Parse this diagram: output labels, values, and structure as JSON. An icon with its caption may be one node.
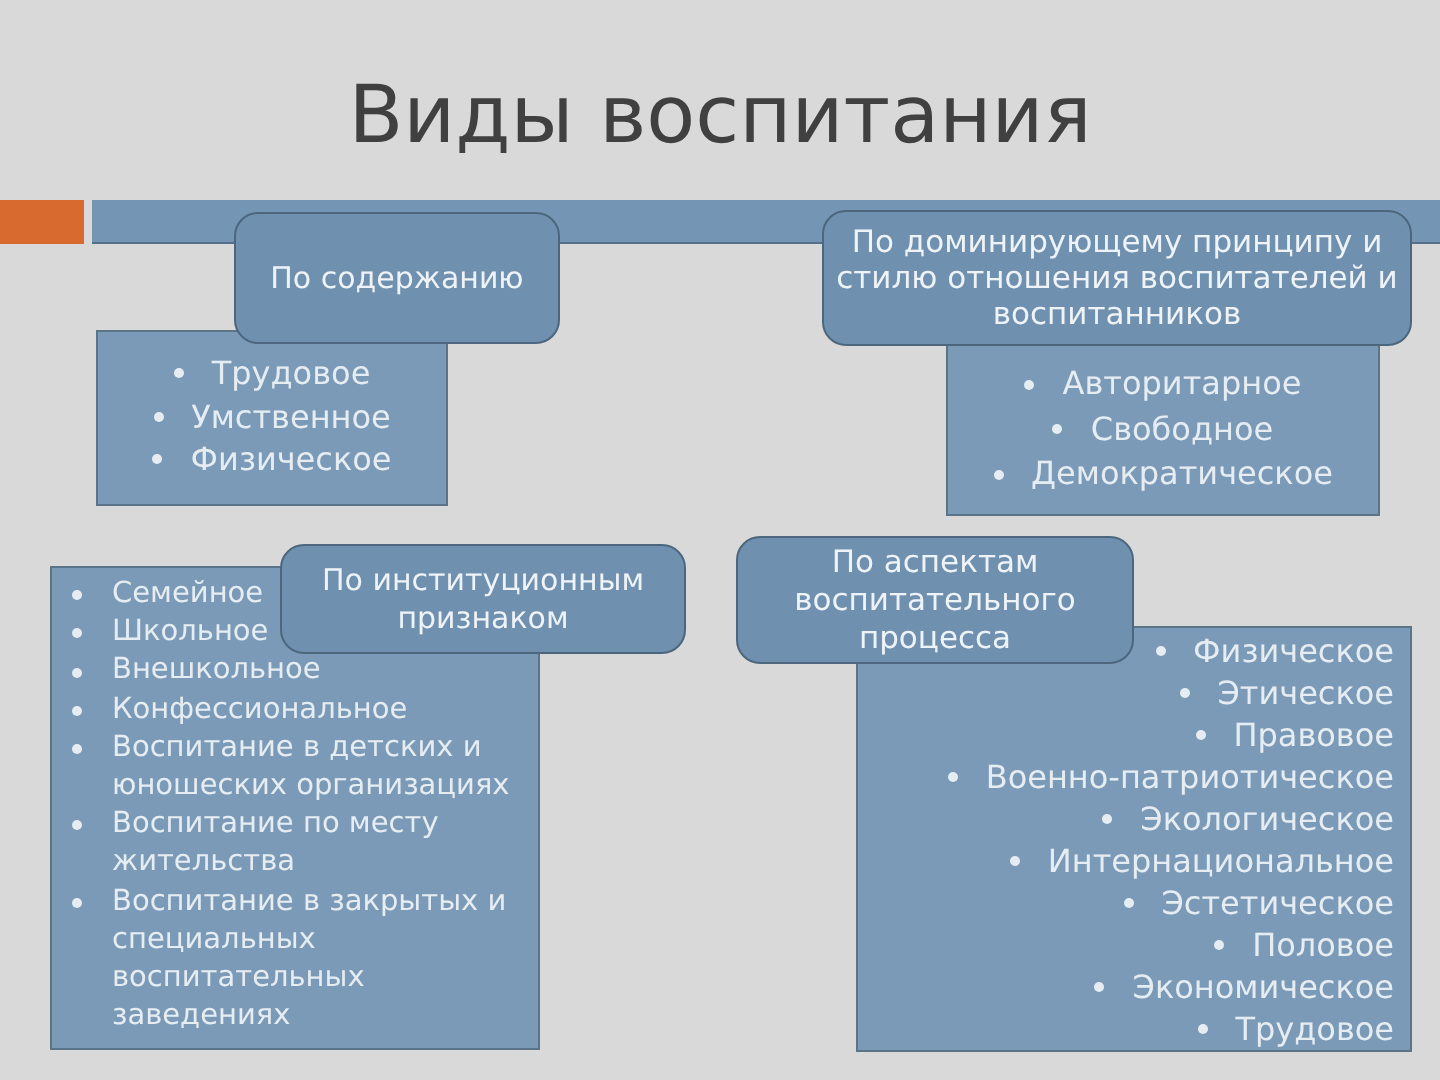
{
  "diagram": {
    "title": "Виды воспитания",
    "nodes": [
      {
        "text": [
          "По содержанию"
        ]
      },
      {
        "text": [
          "Трудовое",
          "Умственное",
          "Физическое"
        ]
      },
      {
        "text": [
          "По доминирующему принципу и стилю отношения воспитателей и воспитанников"
        ]
      },
      {
        "text": [
          "Авторитарное",
          "Свободное",
          "Демократическое"
        ]
      },
      {
        "text": [
          "По институционным признаком"
        ]
      },
      {
        "text": [
          "Семейное",
          "Школьное",
          "Внешкольное",
          "Конфессиональное",
          "Воспитание в детских и юношеских организациях",
          "Воспитание по месту жительства",
          "Воспитание в закрытых и специальных воспитательных заведениях"
        ]
      },
      {
        "text": [
          "По аспектам воспитательного процесса"
        ]
      },
      {
        "text": [
          "Физическое",
          "Этическое",
          "Правовое",
          "Военно-патриотическое",
          "Экологическое",
          "Интернациональное",
          "Эстетическое",
          "Половое",
          "Экономическое",
          "Трудовое"
        ]
      }
    ]
  }
}
